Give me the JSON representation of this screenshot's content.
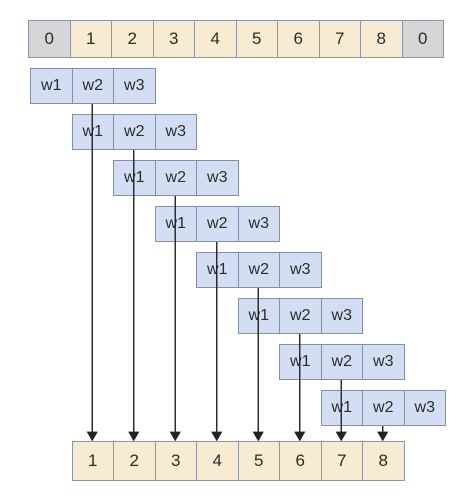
{
  "input_row": [
    "0",
    "1",
    "2",
    "3",
    "4",
    "5",
    "6",
    "7",
    "8",
    "0"
  ],
  "padding_indices": [
    0,
    9
  ],
  "kernel_labels": [
    "w1",
    "w2",
    "w3"
  ],
  "kernel_window_count": 8,
  "output_row": [
    "1",
    "2",
    "3",
    "4",
    "5",
    "6",
    "7",
    "8"
  ],
  "colors": {
    "input_fill": "#f7ecd2",
    "padding_fill": "#d6d6d6",
    "kernel_fill": "#d4def2",
    "border": "#8c96a8",
    "arrow": "#222222"
  }
}
